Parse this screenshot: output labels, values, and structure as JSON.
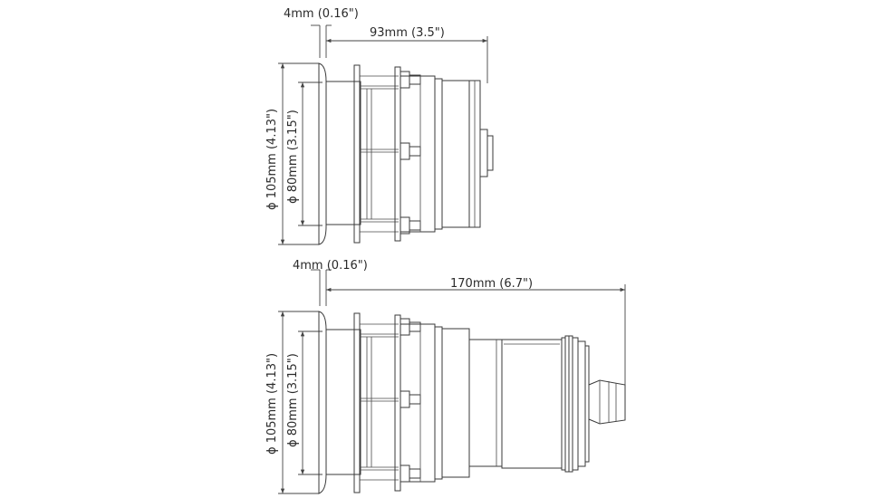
{
  "drawing_top": {
    "flange_thickness": "4mm (0.16\")",
    "overall_length": "93mm (3.5\")",
    "outer_diameter": "ϕ 105mm (4.13\")",
    "inner_diameter": "ϕ 80mm (3.15\")"
  },
  "drawing_bottom": {
    "flange_thickness": "4mm (0.16\")",
    "overall_length": "170mm (6.7\")",
    "outer_diameter": "ϕ 105mm (4.13\")",
    "inner_diameter": "ϕ 80mm (3.15\")"
  },
  "colors": {
    "line": "#3a3a3a",
    "background": "#ffffff"
  }
}
